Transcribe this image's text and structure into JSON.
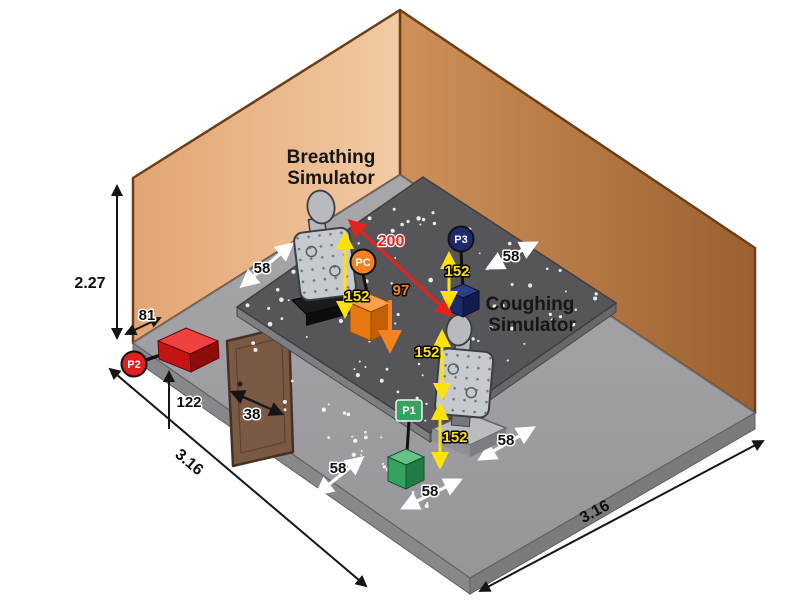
{
  "colors": {
    "wall_left": "#eec29c",
    "wall_right": "#b8793f",
    "floor": "#9d9da1",
    "platform": "#56565a",
    "door": "#7b5a45",
    "pc": "#f58220",
    "p1": "#35a35f",
    "p2": "#e01f1f",
    "p3": "#1d2a6e",
    "dim_yellow": "#ffe10a",
    "dim_red": "#e8221a",
    "dim_white": "#ffffff"
  },
  "room": {
    "height": "2.27",
    "depth": "3.16",
    "width": "3.16"
  },
  "simulators": {
    "breathing_line1": "Breathing",
    "breathing_line2": "Simulator",
    "coughing_line1": "Coughing",
    "coughing_line2": "Simulator"
  },
  "sensors": {
    "pc": "PC",
    "p1": "P1",
    "p2": "P2",
    "p3": "P3"
  },
  "measurements": {
    "source_distance": "200",
    "height_152": "152",
    "spacing_58": "58",
    "pc_drop": "97",
    "p2_offset": "81",
    "p2_drop": "122",
    "door_width": "38"
  }
}
